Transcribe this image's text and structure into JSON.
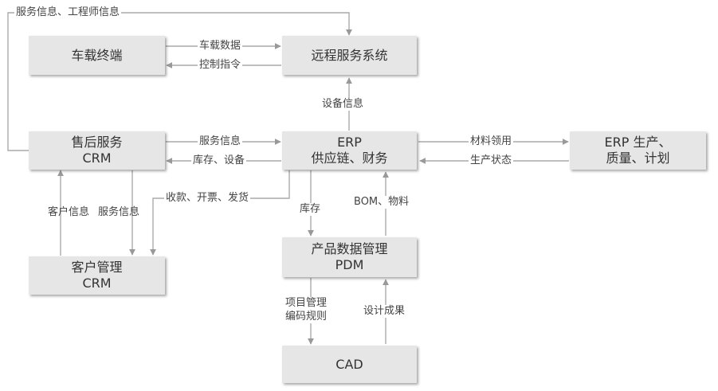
{
  "nodes": {
    "terminal": [
      "车载终端"
    ],
    "remote": [
      "远程服务系统"
    ],
    "after_sales": [
      "售后服务",
      "CRM"
    ],
    "erp": [
      "ERP",
      "供应链、财务"
    ],
    "erp_prod": [
      "ERP 生产、",
      "质量、计划"
    ],
    "crm": [
      "客户管理",
      "CRM"
    ],
    "pdm": [
      "产品数据管理",
      "PDM"
    ],
    "cad": [
      "CAD"
    ]
  },
  "labels": {
    "top_loop": "服务信息、工程师信息",
    "vehicle_data": "车载数据",
    "control_cmd": "控制指令",
    "device_info": "设备信息",
    "service_info": "服务信息",
    "stock_device": "库存、设备",
    "material_use": "材料领用",
    "prod_status": "生产状态",
    "customer_info": "客户信息",
    "service_info2": "服务信息",
    "payments": "收款、开票、发货",
    "stock": "库存",
    "bom": "BOM、物料",
    "project_mgmt": "项目管理",
    "coding_rules": "编码规则",
    "design_results": "设计成果"
  }
}
